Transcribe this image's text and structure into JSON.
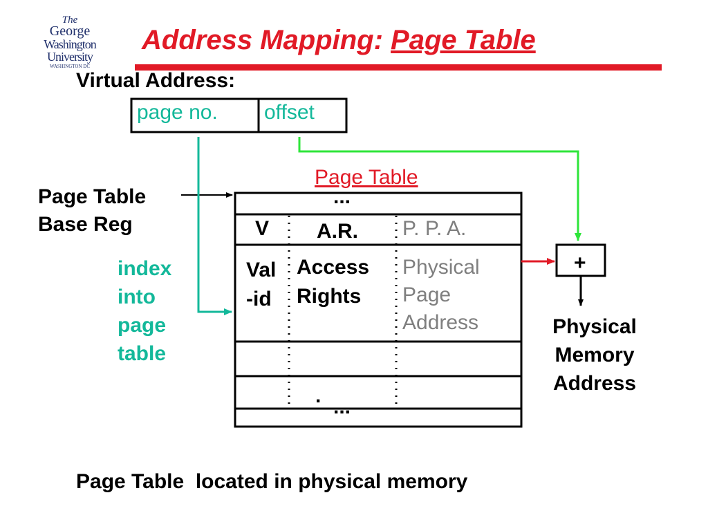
{
  "logo": {
    "line1": "The",
    "line2": "George",
    "line3": "Washington",
    "line4": "University",
    "line5": "WASHINGTON DC"
  },
  "title": {
    "prefix": "Address Mapping: ",
    "emphasis": "Page Table"
  },
  "virtual_address": {
    "label": "Virtual Address:",
    "fields": {
      "page_no": "page no.",
      "offset": "offset"
    }
  },
  "page_table_base_reg": {
    "line1": "Page Table",
    "line2": "Base Reg"
  },
  "index_label": {
    "line1": "index",
    "line2": "into",
    "line3": "page",
    "line4": "table"
  },
  "page_table": {
    "label": "Page Table",
    "top_ellipsis": "...",
    "bottom_ellipsis": "...",
    "dot": ".",
    "headers": {
      "valid": "V",
      "access": "A.R.",
      "ppa": "P. P. A."
    },
    "entry": {
      "valid_line1": "Val",
      "valid_line2": "-id",
      "access_line1": "Access",
      "access_line2": "Rights",
      "ppa_line1": "Physical",
      "ppa_line2": "Page",
      "ppa_line3": "Address"
    }
  },
  "adder": {
    "symbol": "+"
  },
  "physical_memory_address": {
    "line1": "Physical",
    "line2": "Memory",
    "line3": "Address"
  },
  "footer": "Page Table  located in physical memory",
  "colors": {
    "title": "#e11a26",
    "cyan": "#13b89a",
    "green_arrow": "#2ee53a",
    "gray": "#7f7f7f",
    "navy": "#1f2f6b"
  }
}
